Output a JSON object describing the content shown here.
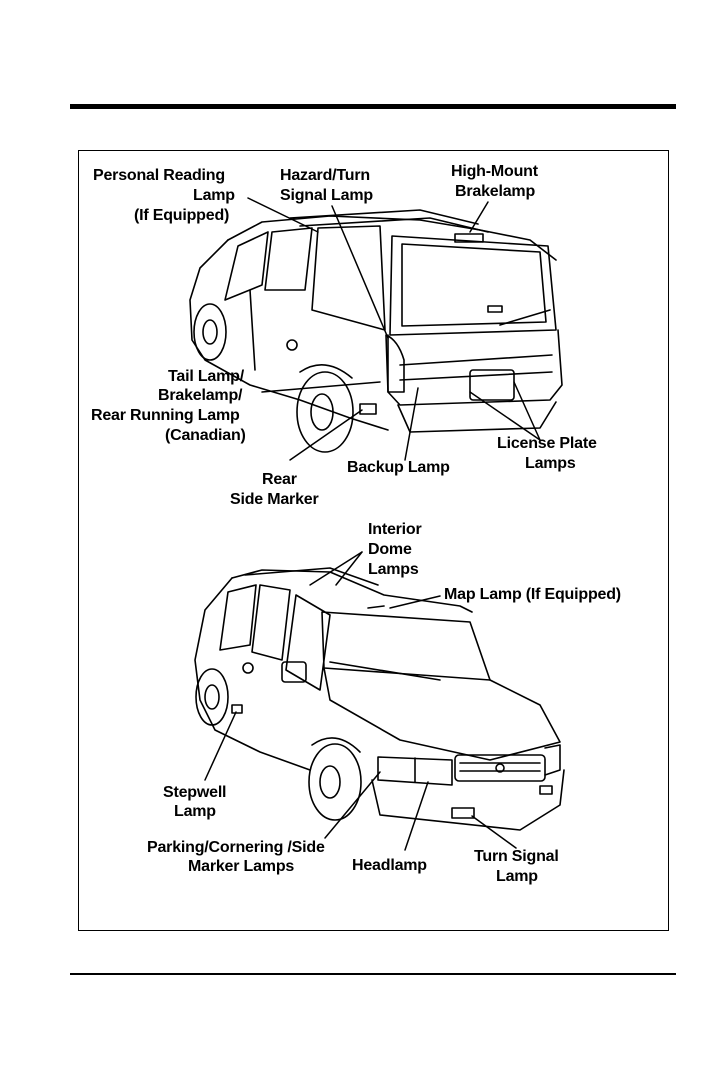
{
  "labels": {
    "personal_reading": [
      "Personal Reading",
      "Lamp",
      "(If Equipped)"
    ],
    "hazard_turn": [
      "Hazard/Turn",
      "Signal Lamp"
    ],
    "high_mount": [
      "High-Mount",
      "Brakelamp"
    ],
    "tail_lamp": [
      "Tail Lamp/",
      "Brakelamp/",
      "Rear Running Lamp",
      "(Canadian)"
    ],
    "rear_side_marker": [
      "Rear",
      "Side Marker"
    ],
    "backup_lamp": "Backup Lamp",
    "license_plate": [
      "License Plate",
      "Lamps"
    ],
    "interior_dome": [
      "Interior",
      "Dome",
      "Lamps"
    ],
    "map_lamp": "Map Lamp (If Equipped)",
    "stepwell": [
      "Stepwell",
      "Lamp"
    ],
    "parking_cornering": [
      "Parking/Cornering /Side",
      "Marker Lamps"
    ],
    "headlamp": "Headlamp",
    "turn_signal": [
      "Turn Signal",
      "Lamp"
    ]
  }
}
